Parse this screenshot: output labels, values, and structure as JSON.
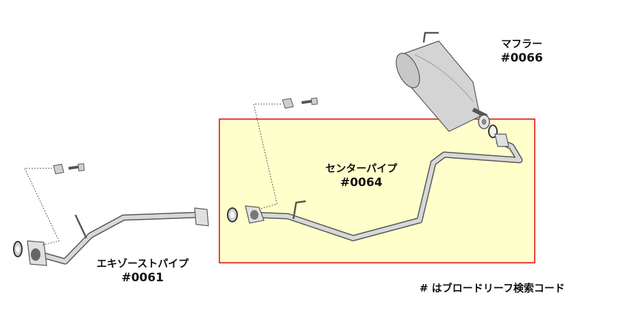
{
  "parts": {
    "muffler": {
      "name": "マフラー",
      "code": "#0066"
    },
    "center_pipe": {
      "name": "センターパイプ",
      "code": "#0064"
    },
    "exhaust_pipe": {
      "name": "エキゾーストパイプ",
      "code": "#0061"
    }
  },
  "note": "# はブロードリーフ検索コード",
  "colors": {
    "highlight_fill": "#ffffcc",
    "highlight_border": "#e00000",
    "part_fill": "#d8d8d8",
    "part_stroke": "#555555",
    "leader_line": "#555555"
  }
}
